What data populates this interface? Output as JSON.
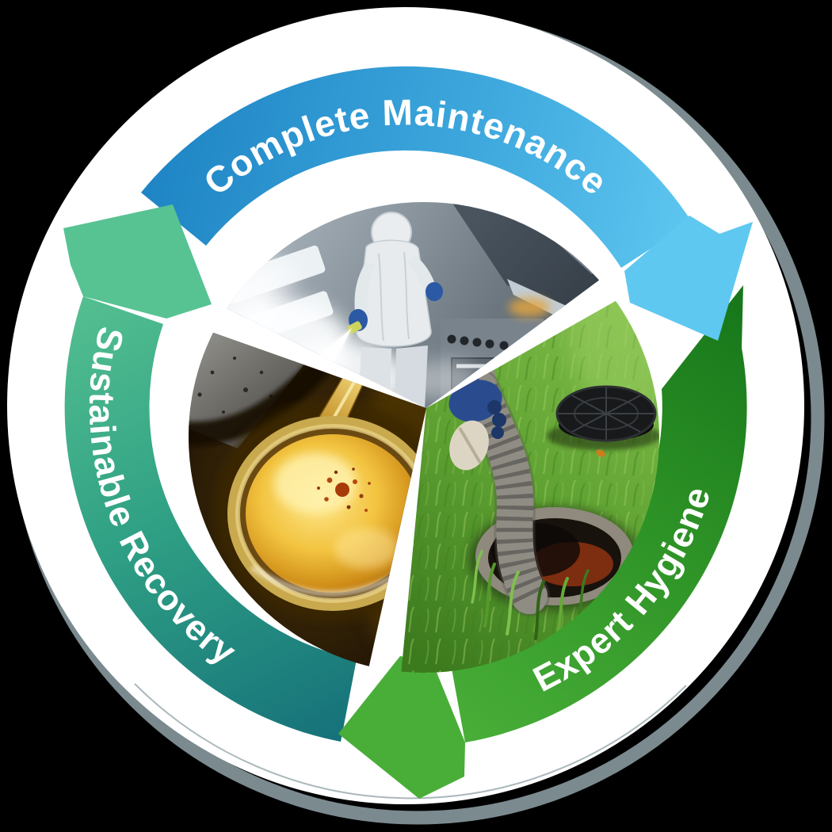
{
  "diagram": {
    "type": "cycle",
    "direction": "clockwise",
    "background_color": "#000000",
    "disc_color": "#ffffff",
    "shadow_ring_color": "#7b8a8f",
    "segments": [
      {
        "id": "complete-maintenance",
        "label": "Complete Maintenance",
        "position": "top",
        "color_start": "#1e84c4",
        "color_end": "#64ccf3"
      },
      {
        "id": "expert-hygiene",
        "label": "Expert Hygiene",
        "position": "right-bottom",
        "color_start": "#16771a",
        "color_end": "#4cb23a"
      },
      {
        "id": "sustainable-recovery",
        "label": "Sustainable Recovery",
        "position": "left",
        "color_start": "#15707a",
        "color_end": "#5ac492"
      }
    ],
    "center_images": [
      {
        "id": "kitchen-deep-clean",
        "position": "top",
        "description": "Technician in white protective suit fogging a stainless-steel commercial kitchen"
      },
      {
        "id": "drain-pumping",
        "position": "right",
        "description": "Blue-gloved hand guiding a corrugated hose into a drain opening in green grass"
      },
      {
        "id": "used-oil-recovery",
        "position": "left",
        "description": "Ladle of golden used cooking oil over a dark pan"
      }
    ]
  }
}
